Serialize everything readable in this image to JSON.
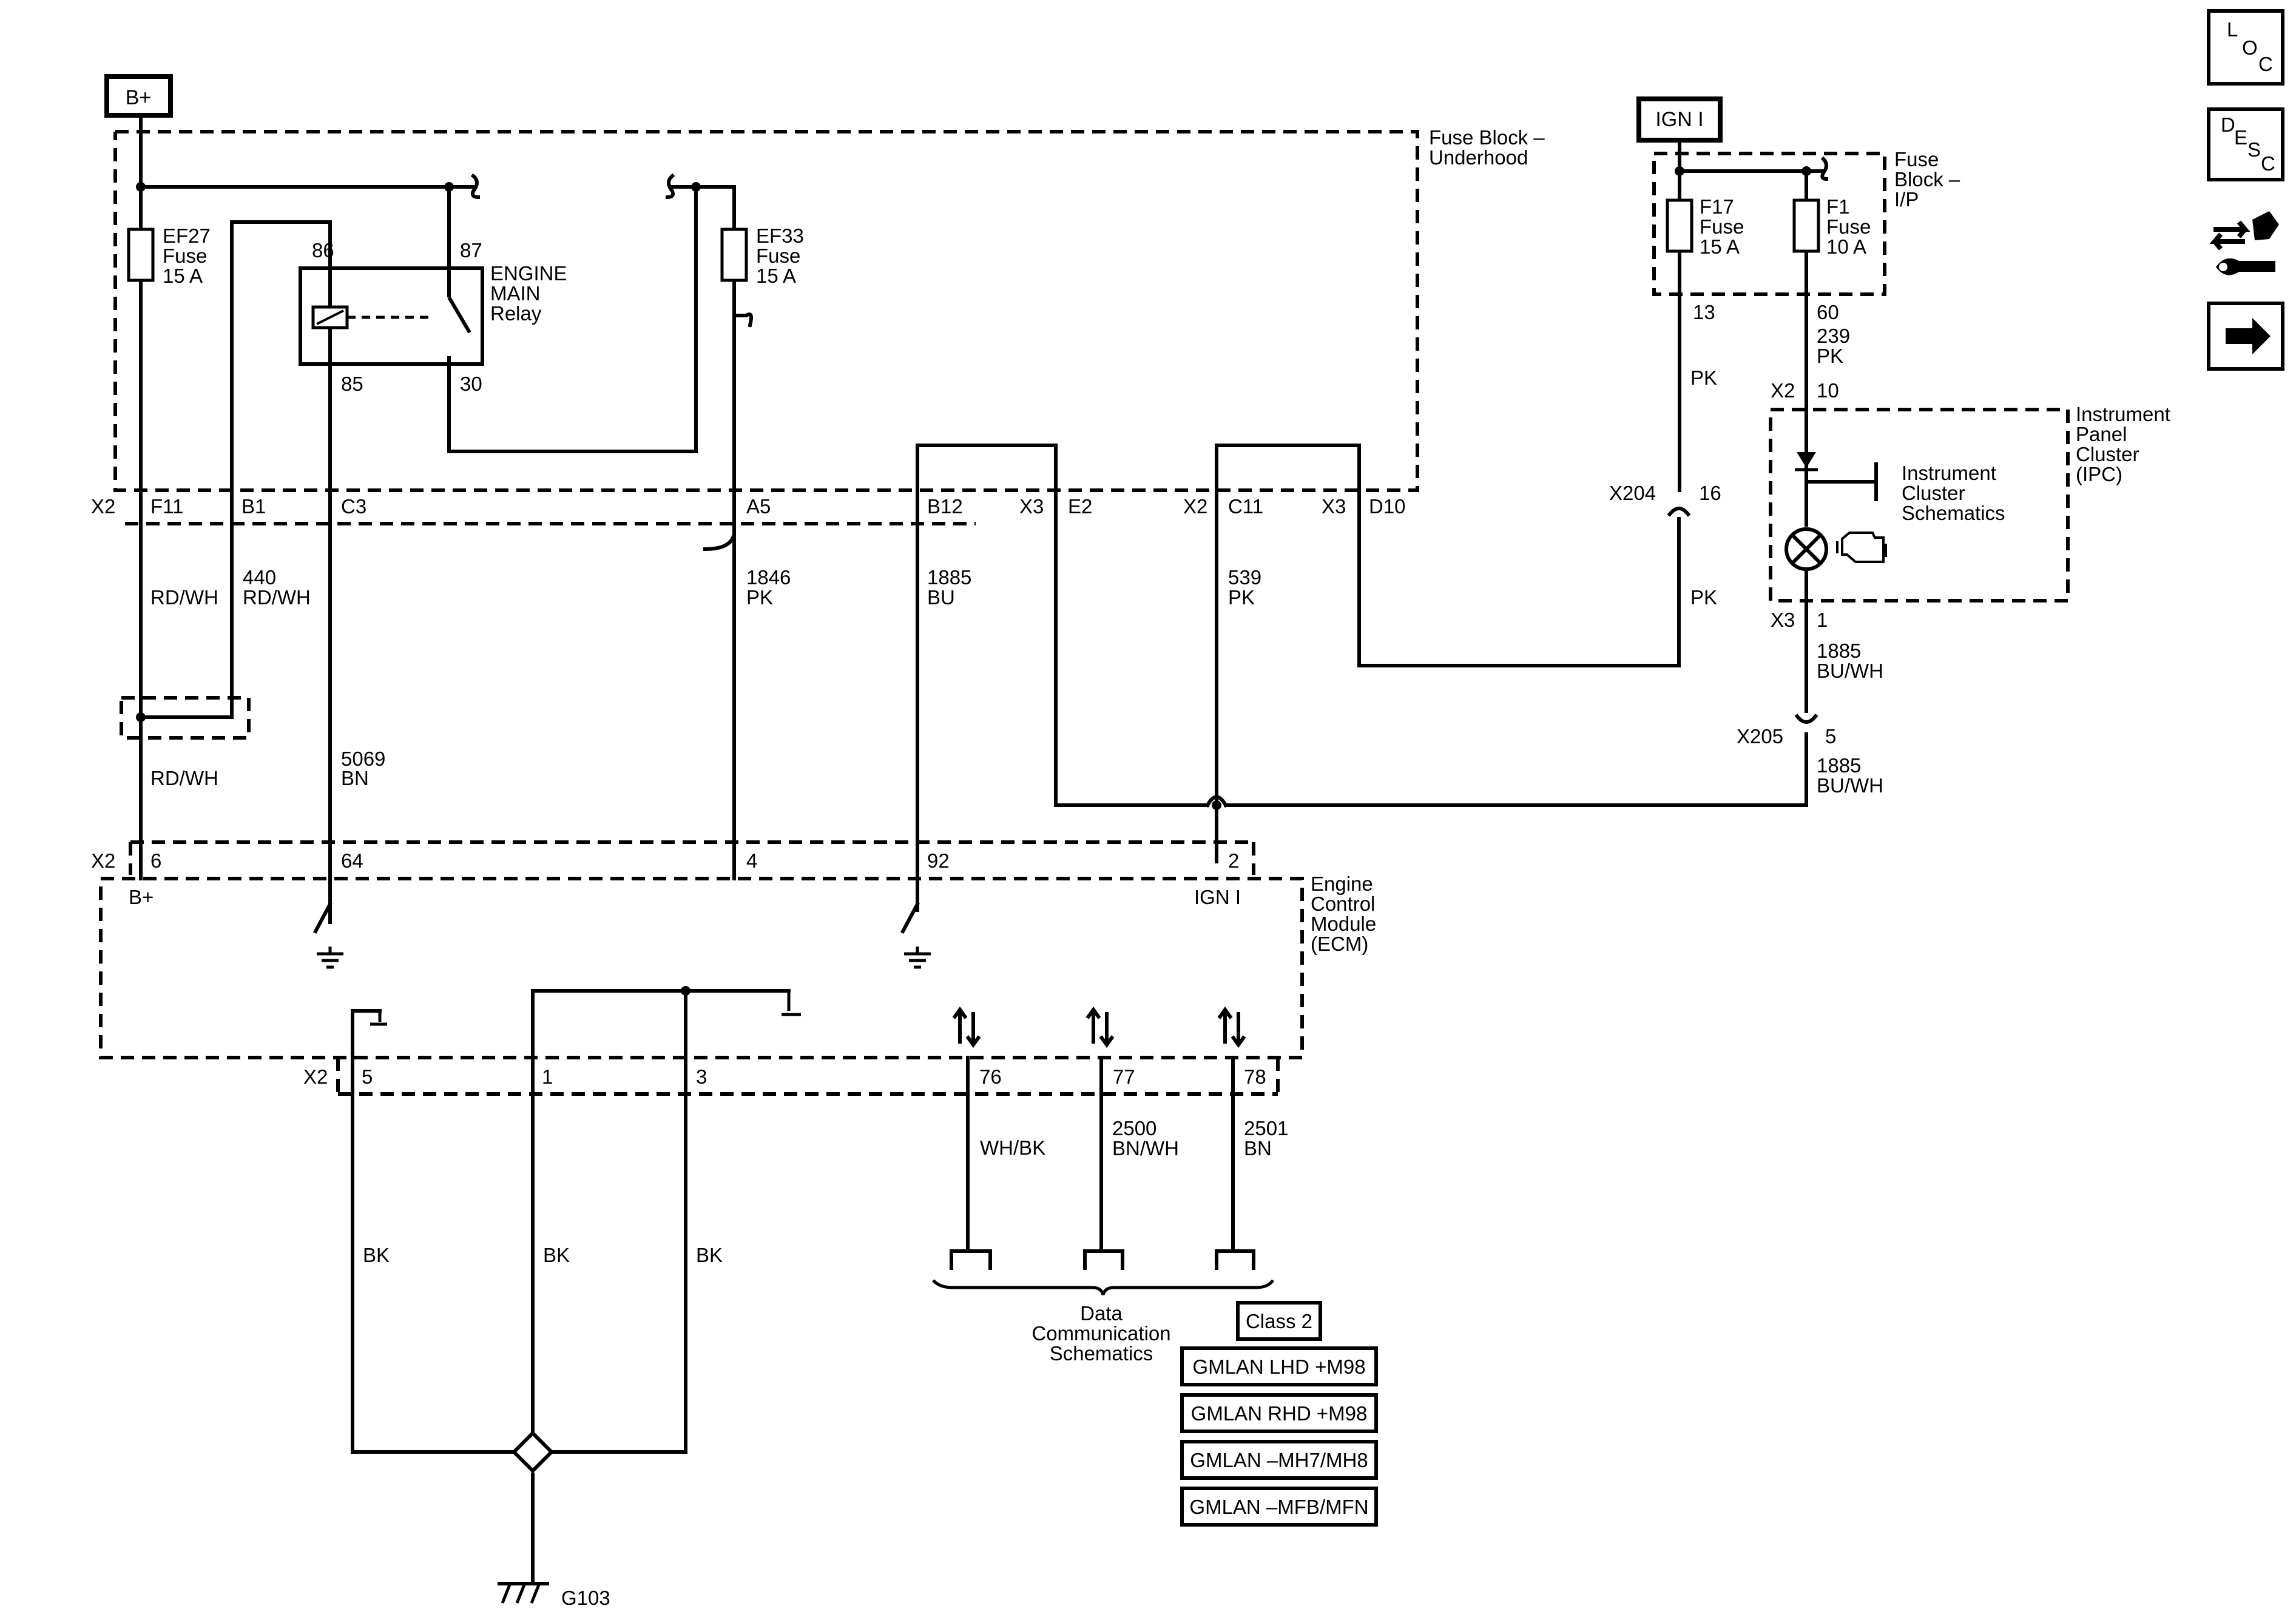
{
  "power": {
    "bplus": "B+",
    "ign": "IGN I"
  },
  "fuse_block_underhood": {
    "title_line1": "Fuse Block –",
    "title_line2": "Underhood"
  },
  "fuse_block_ip": {
    "title_line1": "Fuse",
    "title_line2": "Block –",
    "title_line3": "I/P"
  },
  "fuses": {
    "ef27": {
      "name": "EF27",
      "word": "Fuse",
      "rating": "15 A"
    },
    "ef33": {
      "name": "EF33",
      "word": "Fuse",
      "rating": "15 A"
    },
    "f17": {
      "name": "F17",
      "word": "Fuse",
      "rating": "15 A"
    },
    "f1": {
      "name": "F1",
      "word": "Fuse",
      "rating": "10 A"
    }
  },
  "relay": {
    "line1": "ENGINE",
    "line2": "MAIN",
    "line3": "Relay",
    "pin86": "86",
    "pin87": "87",
    "pin85": "85",
    "pin30": "30"
  },
  "connectors": {
    "x2": "X2",
    "x3": "X3",
    "f11": "F11",
    "b1": "B1",
    "c3": "C3",
    "a5": "A5",
    "b12": "B12",
    "e2": "E2",
    "c11": "C11",
    "d10": "D10",
    "x204": "X204",
    "x204_pin": "16",
    "x205": "X205",
    "x205_pin": "5",
    "f17_out": "13",
    "f1_out": "60",
    "ipc_x2_pin": "10",
    "ipc_x3_pin": "1"
  },
  "wires": {
    "rdwh_a": "RD/WH",
    "w440_num": "440",
    "w440_col": "RD/WH",
    "w1846_num": "1846",
    "w1846_col": "PK",
    "w1885_num": "1885",
    "w1885_col": "BU",
    "w539_num": "539",
    "w539_col": "PK",
    "rdwh_b": "RD/WH",
    "w5069_num": "5069",
    "w5069_col": "BN",
    "pk_a": "PK",
    "w239_num": "239",
    "w239_col": "PK",
    "pk_b": "PK",
    "w1885_ipc_num": "1885",
    "w1885_ipc_col": "BU/WH",
    "w1885_low_num": "1885",
    "w1885_low_col": "BU/WH",
    "whbk": "WH/BK",
    "w2500_num": "2500",
    "w2500_col": "BN/WH",
    "w2501_num": "2501",
    "w2501_col": "BN",
    "bk1": "BK",
    "bk2": "BK",
    "bk3": "BK"
  },
  "ipc": {
    "title_line1": "Instrument",
    "title_line2": "Panel",
    "title_line3": "Cluster",
    "title_line4": "(IPC)",
    "ref_line1": "Instrument",
    "ref_line2": "Cluster",
    "ref_line3": "Schematics"
  },
  "ecm": {
    "title_line1": "Engine",
    "title_line2": "Control",
    "title_line3": "Module",
    "title_line4": "(ECM)",
    "pin6": "6",
    "pin64": "64",
    "pin4": "4",
    "pin92": "92",
    "pin2": "2",
    "bplus": "B+",
    "ign": "IGN I",
    "pin5": "5",
    "pin1": "1",
    "pin3": "3",
    "pin76": "76",
    "pin77": "77",
    "pin78": "78"
  },
  "data_comm": {
    "line1": "Data",
    "line2": "Communication",
    "line3": "Schematics"
  },
  "options": [
    "Class 2",
    "GMLAN LHD +M98",
    "GMLAN RHD +M98",
    "GMLAN –MH7/MH8",
    "GMLAN –MFB/MFN"
  ],
  "ground": "G103",
  "nav": {
    "loc": [
      "L",
      "O",
      "C"
    ],
    "desc": [
      "D",
      "E",
      "S",
      "C"
    ]
  },
  "icons": [
    "loc-icon",
    "desc-icon",
    "connector-tool-icon",
    "next-arrow-icon",
    "check-engine-icon"
  ]
}
